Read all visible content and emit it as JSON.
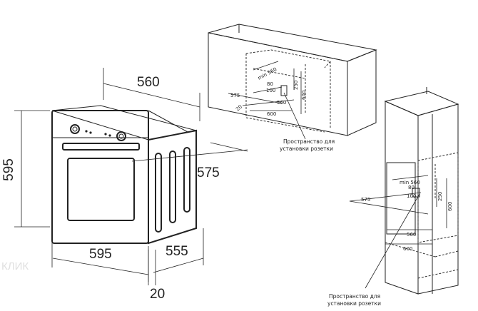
{
  "oven": {
    "dims": {
      "height": "595",
      "depth_top": "560",
      "depth_side": "575",
      "width_bottom": "595",
      "depth_bottom": "555",
      "protrusion": "20"
    }
  },
  "cabinet_top": {
    "dims": {
      "min": "min 560",
      "d80": "80",
      "d100": "100",
      "d575": "575",
      "d20": "20",
      "d560": "560",
      "d600w": "600",
      "d250": "250",
      "d600h": "600"
    },
    "note_line1": "Пространство для",
    "note_line2": "установки розетки"
  },
  "cabinet_tall": {
    "dims": {
      "min": "min 560",
      "d80": "80",
      "d100": "100",
      "d575": "575",
      "d250": "250",
      "d600h": "600",
      "d560": "560",
      "d600w": "600"
    },
    "note_line1": "Пространство для",
    "note_line2": "установки розетки"
  },
  "watermark": "КЛИК"
}
